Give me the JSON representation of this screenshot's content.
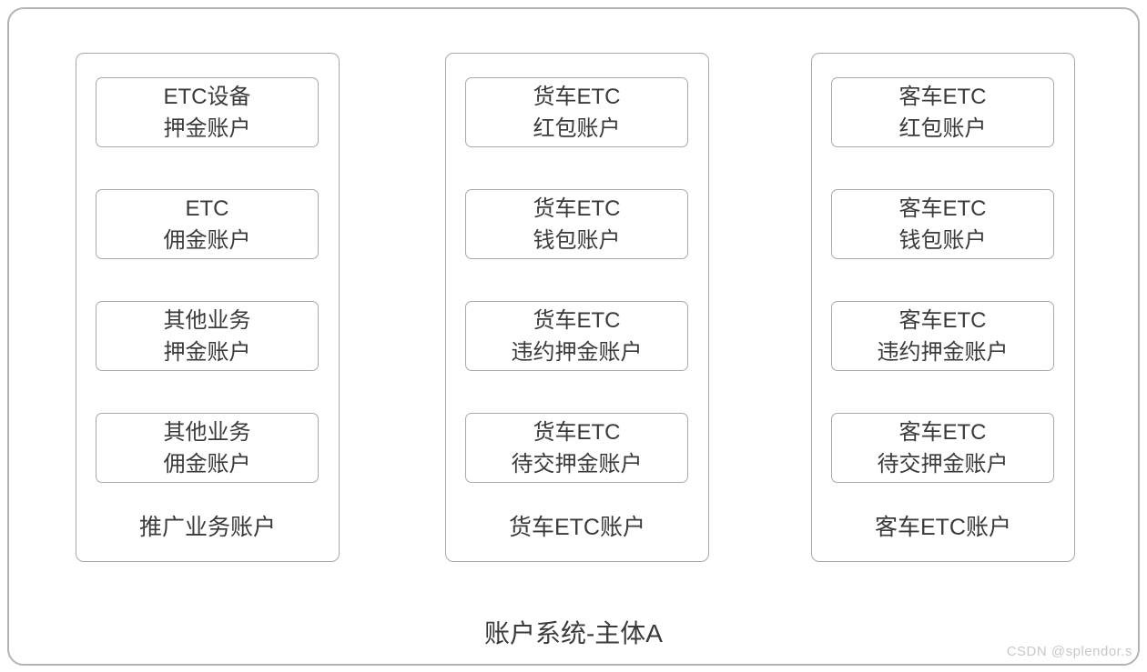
{
  "diagram": {
    "title": "账户系统-主体A",
    "watermark": "CSDN @splendor.s",
    "groups": [
      {
        "label": "推广业务账户",
        "accounts": [
          {
            "line1": "ETC设备",
            "line2": "押金账户"
          },
          {
            "line1": "ETC",
            "line2": "佣金账户"
          },
          {
            "line1": "其他业务",
            "line2": "押金账户"
          },
          {
            "line1": "其他业务",
            "line2": "佣金账户"
          }
        ]
      },
      {
        "label": "货车ETC账户",
        "accounts": [
          {
            "line1": "货车ETC",
            "line2": "红包账户"
          },
          {
            "line1": "货车ETC",
            "line2": "钱包账户"
          },
          {
            "line1": "货车ETC",
            "line2": "违约押金账户"
          },
          {
            "line1": "货车ETC",
            "line2": "待交押金账户"
          }
        ]
      },
      {
        "label": "客车ETC账户",
        "accounts": [
          {
            "line1": "客车ETC",
            "line2": "红包账户"
          },
          {
            "line1": "客车ETC",
            "line2": "钱包账户"
          },
          {
            "line1": "客车ETC",
            "line2": "违约押金账户"
          },
          {
            "line1": "客车ETC",
            "line2": "待交押金账户"
          }
        ]
      }
    ],
    "colors": {
      "background": "#ffffff",
      "frame_border": "#b3b3b3",
      "box_border": "#a9a9a9",
      "text": "#3a3a3a",
      "watermark": "#c8c8c8"
    }
  }
}
